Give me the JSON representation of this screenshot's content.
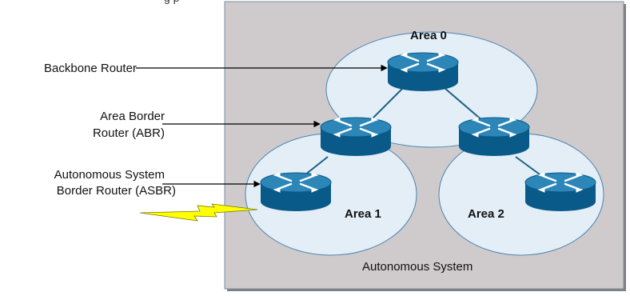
{
  "header_fragment": "g   p",
  "autonomous_system_label": "Autonomous System",
  "areas": {
    "area0": "Area 0",
    "area1": "Area 1",
    "area2": "Area 2"
  },
  "callouts": {
    "backbone": "Backbone Router",
    "abr_line1": "Area Border",
    "abr_line2": "Router (ABR)",
    "asbr_line1": "Autonomous System",
    "asbr_line2": "Border Router (ASBR)"
  },
  "colors": {
    "as_fill": "#cfcbcc",
    "area_fill": "#e3eef7",
    "router_top": "#1d76a6",
    "router_body": "#0a5a89",
    "lightning": "#ffff00"
  },
  "icons": {
    "router": "router-icon",
    "external_link": "lightning-icon"
  }
}
